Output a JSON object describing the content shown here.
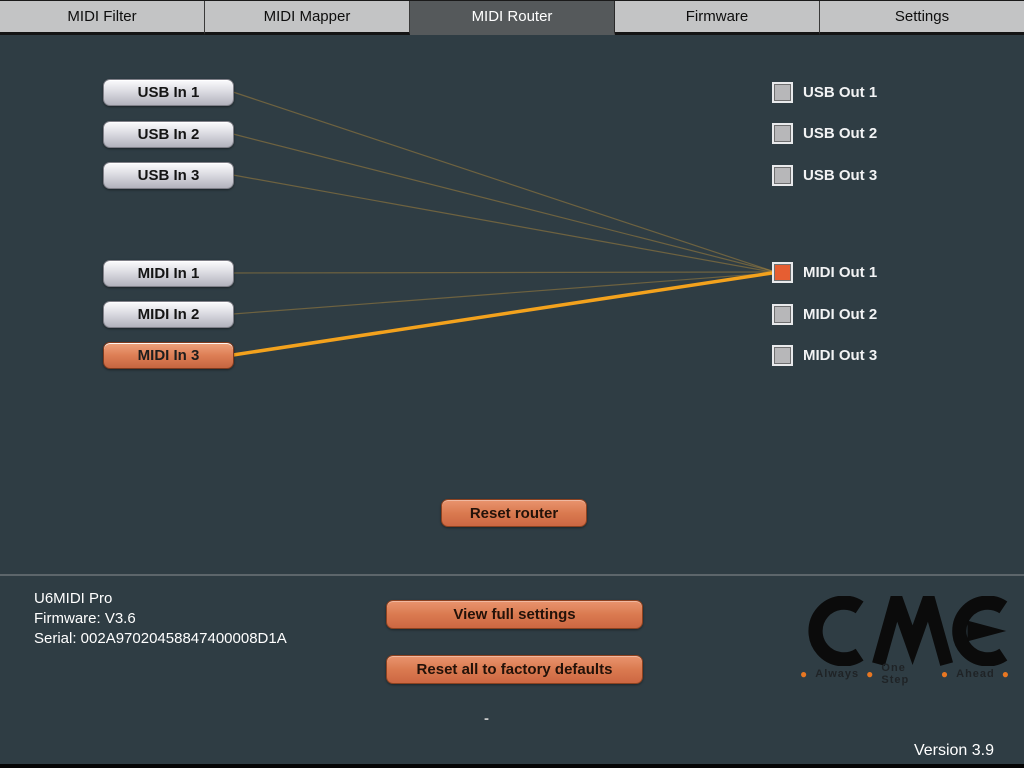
{
  "tabs": [
    {
      "label": "MIDI Filter",
      "active": false
    },
    {
      "label": "MIDI Mapper",
      "active": false
    },
    {
      "label": "MIDI Router",
      "active": true
    },
    {
      "label": "Firmware",
      "active": false
    },
    {
      "label": "Settings",
      "active": false
    }
  ],
  "router": {
    "inputs": [
      {
        "label": "USB In 1",
        "selected": false
      },
      {
        "label": "USB In 2",
        "selected": false
      },
      {
        "label": "USB In 3",
        "selected": false
      },
      {
        "label": "MIDI In 1",
        "selected": false
      },
      {
        "label": "MIDI In 2",
        "selected": false
      },
      {
        "label": "MIDI In 3",
        "selected": true
      }
    ],
    "outputs": [
      {
        "label": "USB Out 1",
        "checked": false
      },
      {
        "label": "USB Out 2",
        "checked": false
      },
      {
        "label": "USB Out 3",
        "checked": false
      },
      {
        "label": "MIDI Out 1",
        "checked": true
      },
      {
        "label": "MIDI Out 2",
        "checked": false
      },
      {
        "label": "MIDI Out 3",
        "checked": false
      }
    ],
    "connections": [
      {
        "from": "USB In 1",
        "to": "MIDI Out 1",
        "active": false
      },
      {
        "from": "USB In 2",
        "to": "MIDI Out 1",
        "active": false
      },
      {
        "from": "USB In 3",
        "to": "MIDI Out 1",
        "active": false
      },
      {
        "from": "MIDI In 1",
        "to": "MIDI Out 1",
        "active": false
      },
      {
        "from": "MIDI In 2",
        "to": "MIDI Out 1",
        "active": false
      },
      {
        "from": "MIDI In 3",
        "to": "MIDI Out 1",
        "active": true
      }
    ],
    "reset_button_label": "Reset router"
  },
  "footer": {
    "device_name": "U6MIDI Pro",
    "firmware": "Firmware: V3.6",
    "serial": "Serial: 002A97020458847400008D1A",
    "view_settings_label": "View full settings",
    "factory_reset_label": "Reset all to factory defaults",
    "dash": "-",
    "version": "Version 3.9",
    "tagline": [
      "Always",
      "One Step",
      "Ahead"
    ]
  },
  "colors": {
    "background": "#2f3d44",
    "tab_active": "#55595b",
    "tab_inactive": "#c3c4c5",
    "accent_orange": "#e65e32",
    "active_line": "#f3a21d",
    "inactive_line": "rgba(214,160,58,0.38)"
  }
}
